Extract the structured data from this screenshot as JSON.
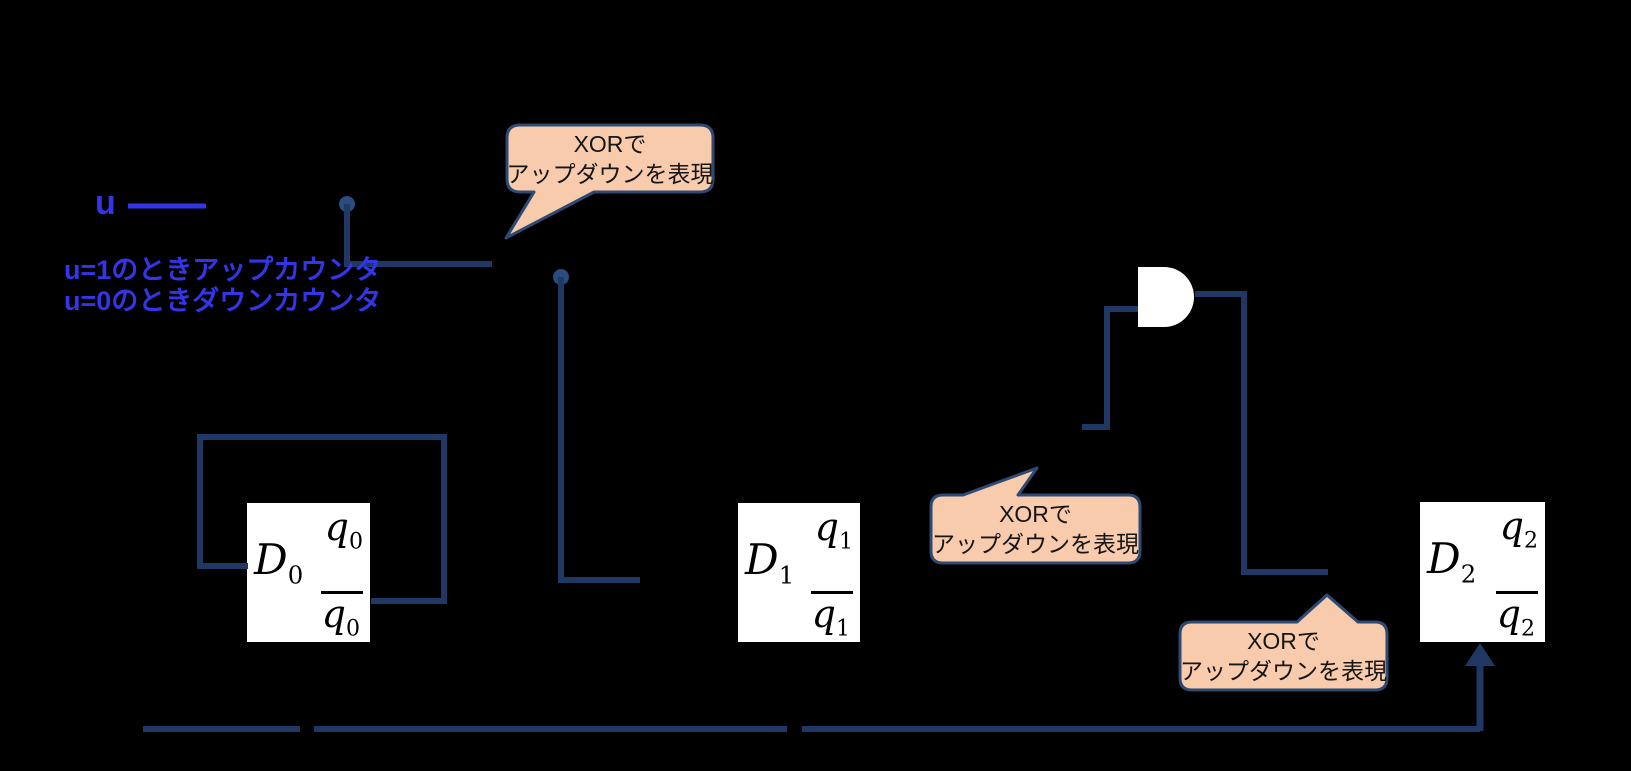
{
  "colors": {
    "background": "#000000",
    "wire": "#1F3864",
    "junction_dot": "#2A4C7E",
    "blue_text": "#3434E8",
    "callout_fill": "#F8CBAD",
    "callout_border": "#2E4A73",
    "flipflop_fill": "#FFFFFF",
    "and_gate_fill": "#FFFFFF",
    "label_text": "#000000"
  },
  "control_signal": {
    "label": "u",
    "notes": [
      "u=1のときアップカウンタ",
      "u=0のときダウンカウンタ"
    ]
  },
  "callouts": [
    {
      "line1": "XORで",
      "line2": "アップダウンを表現"
    },
    {
      "line1": "XORで",
      "line2": "アップダウンを表現"
    },
    {
      "line1": "XORで",
      "line2": "アップダウンを表現"
    }
  ],
  "flipflops": [
    {
      "d_base": "D",
      "d_sub": "0",
      "q_base": "q",
      "q_sub": "0",
      "qbar_base": "q",
      "qbar_sub": "0"
    },
    {
      "d_base": "D",
      "d_sub": "1",
      "q_base": "q",
      "q_sub": "1",
      "qbar_base": "q",
      "qbar_sub": "1"
    },
    {
      "d_base": "D",
      "d_sub": "2",
      "q_base": "q",
      "q_sub": "2",
      "qbar_base": "q",
      "qbar_sub": "2"
    }
  ],
  "icons": {
    "and_gate": "and-gate-icon",
    "junction_dots": "junction-dot-icon",
    "clock_arrow": "arrow-up-icon"
  }
}
